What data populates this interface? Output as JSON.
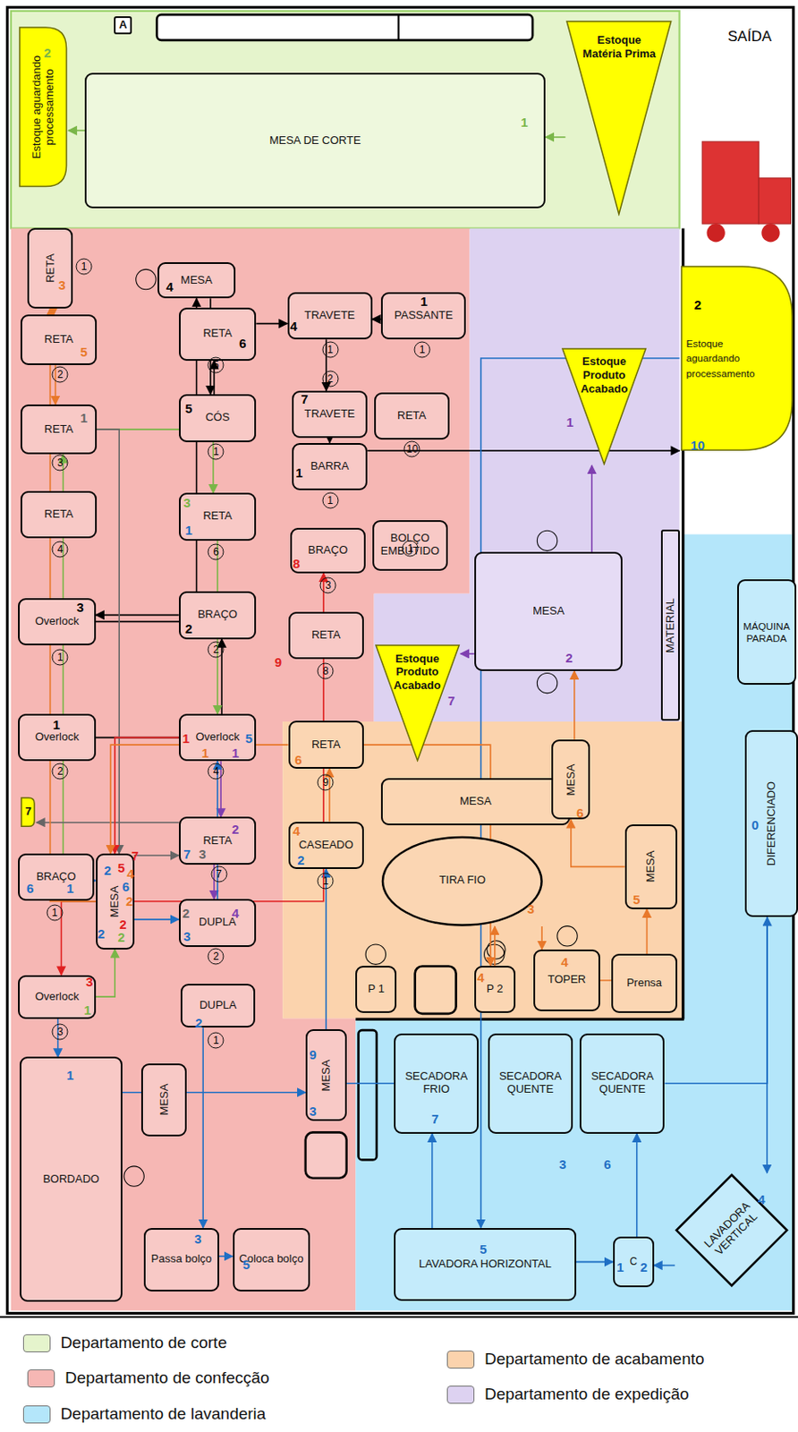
{
  "diagram": {
    "nodes": [
      {
        "text": [
          "Estoque aguardando processamento"
        ]
      },
      {
        "text": [
          "MESA DE CORTE"
        ]
      },
      {
        "text": [
          "Estoque Matéria Prima"
        ]
      },
      {
        "text": [
          "A"
        ]
      },
      {
        "text": [
          "RETA"
        ]
      },
      {
        "text": [
          "RETA"
        ]
      },
      {
        "text": [
          "RETA"
        ]
      },
      {
        "text": [
          "RETA"
        ]
      },
      {
        "text": [
          "Overlock"
        ]
      },
      {
        "text": [
          "Overlock"
        ]
      },
      {
        "text": [
          "7"
        ]
      },
      {
        "text": [
          "BRAÇO"
        ]
      },
      {
        "text": [
          "MESA"
        ]
      },
      {
        "text": [
          "Overlock"
        ]
      },
      {
        "text": [
          "BORDADO"
        ]
      },
      {
        "text": [
          "MESA"
        ]
      },
      {
        "text": [
          "Passa bolço"
        ]
      },
      {
        "text": [
          "Coloca bolço"
        ]
      },
      {
        "text": [
          "DUPLA"
        ]
      },
      {
        "text": [
          "MESA"
        ]
      },
      {
        "text": [
          "MESA"
        ]
      },
      {
        "text": [
          "RETA"
        ]
      },
      {
        "text": [
          "CÓS"
        ]
      },
      {
        "text": [
          "RETA"
        ]
      },
      {
        "text": [
          "BRAÇO"
        ]
      },
      {
        "text": [
          "Overlock"
        ]
      },
      {
        "text": [
          "RETA"
        ]
      },
      {
        "text": [
          "DUPLA"
        ]
      },
      {
        "text": [
          "TRAVETE"
        ]
      },
      {
        "text": [
          "PASSANTE"
        ]
      },
      {
        "text": [
          "TRAVETE"
        ]
      },
      {
        "text": [
          "RETA"
        ]
      },
      {
        "text": [
          "BARRA"
        ]
      },
      {
        "text": [
          "BRAÇO"
        ]
      },
      {
        "text": [
          "BOLÇO EMBUTIDO"
        ]
      },
      {
        "text": [
          "RETA"
        ]
      },
      {
        "text": [
          "RETA"
        ]
      },
      {
        "text": [
          "CASEADO"
        ]
      },
      {
        "text": [
          "MESA"
        ]
      },
      {
        "text": [
          "TIRA FIO"
        ]
      },
      {
        "text": [
          "P 1"
        ]
      },
      {
        "text": [
          "P 2"
        ]
      },
      {
        "text": [
          "TOPER"
        ]
      },
      {
        "text": [
          "Prensa"
        ]
      },
      {
        "text": [
          "MESA"
        ]
      },
      {
        "text": [
          "MESA"
        ]
      },
      {
        "text": [
          "Estoque Produto Acabado"
        ]
      },
      {
        "text": [
          "MESA"
        ]
      },
      {
        "text": [
          "Estoque Produto Acabado"
        ]
      },
      {
        "text": [
          "Estoque aguardando processamento"
        ]
      },
      {
        "text": [
          "MATERIAL"
        ]
      },
      {
        "text": [
          "MÁQUINA PARADA"
        ]
      },
      {
        "text": [
          "DIFERENCIADO"
        ]
      },
      {
        "text": [
          "SECADORA FRIO"
        ]
      },
      {
        "text": [
          "SECADORA QUENTE"
        ]
      },
      {
        "text": [
          "SECADORA QUENTE"
        ]
      },
      {
        "text": [
          "LAVADORA HORIZONTAL"
        ]
      },
      {
        "text": [
          "C"
        ]
      },
      {
        "text": [
          "LAVADORA VERTICAL"
        ]
      }
    ],
    "edges": [
      {
        "from": 2,
        "to": 1,
        "arrow": "to"
      },
      {
        "from": 1,
        "to": 0,
        "arrow": "to"
      },
      {
        "from": 9,
        "to": 24,
        "arrow": "to"
      },
      {
        "from": 24,
        "to": 8,
        "arrow": "to"
      },
      {
        "from": 8,
        "to": 20,
        "arrow": "to"
      },
      {
        "from": 20,
        "to": 22,
        "arrow": "to"
      },
      {
        "from": 22,
        "to": 21,
        "arrow": "to"
      },
      {
        "from": 21,
        "to": 28,
        "arrow": "to"
      },
      {
        "from": 29,
        "to": 28,
        "arrow": "to"
      },
      {
        "from": 28,
        "to": 30,
        "arrow": "to"
      },
      {
        "from": 30,
        "to": 32,
        "arrow": "to"
      },
      {
        "from": 32,
        "to": 49,
        "arrow": "to"
      },
      {
        "from": 49,
        "to": 56,
        "arrow": "to"
      },
      {
        "from": 56,
        "to": 57,
        "arrow": "to"
      },
      {
        "from": 57,
        "to": 55,
        "arrow": "to"
      },
      {
        "from": 55,
        "to": 52,
        "arrow": "to"
      },
      {
        "from": 52,
        "to": 58,
        "arrow": "to"
      },
      {
        "from": 58,
        "to": 57,
        "arrow": "to"
      },
      {
        "from": 57,
        "to": 53,
        "arrow": "to"
      },
      {
        "from": 53,
        "to": 37,
        "arrow": "to"
      },
      {
        "from": 37,
        "to": 36,
        "arrow": "to"
      },
      {
        "from": 36,
        "to": 41,
        "arrow": "to"
      },
      {
        "from": 41,
        "to": 39,
        "arrow": "to"
      },
      {
        "from": 39,
        "to": 42,
        "arrow": "to"
      },
      {
        "from": 42,
        "to": 45,
        "arrow": "to"
      },
      {
        "from": 45,
        "to": 44,
        "arrow": "to"
      },
      {
        "from": 44,
        "to": 47,
        "arrow": "to"
      },
      {
        "from": 47,
        "to": 46,
        "arrow": "to"
      },
      {
        "from": 47,
        "to": 48,
        "arrow": "to"
      },
      {
        "from": 25,
        "to": 26,
        "arrow": "to"
      },
      {
        "from": 26,
        "to": 27,
        "arrow": "to"
      },
      {
        "from": 13,
        "to": 12,
        "arrow": "to"
      },
      {
        "from": 12,
        "to": 6,
        "arrow": "to"
      },
      {
        "from": 6,
        "to": 23,
        "arrow": "to"
      },
      {
        "from": 23,
        "to": 25,
        "arrow": "to"
      },
      {
        "from": 6,
        "to": 12,
        "arrow": "to"
      },
      {
        "from": 12,
        "to": 26,
        "arrow": "to"
      },
      {
        "from": 26,
        "to": 10,
        "arrow": "to"
      },
      {
        "from": 11,
        "to": 12,
        "arrow": "to"
      },
      {
        "from": 12,
        "to": 27,
        "arrow": "to"
      },
      {
        "from": 27,
        "to": 25,
        "arrow": "to"
      },
      {
        "from": 18,
        "to": 16,
        "arrow": "to"
      },
      {
        "from": 16,
        "to": 17,
        "arrow": "to"
      },
      {
        "from": 13,
        "to": 14,
        "arrow": "to"
      },
      {
        "from": 14,
        "to": 19,
        "arrow": "to"
      },
      {
        "from": 12,
        "to": 33,
        "arrow": "to"
      },
      {
        "from": 25,
        "to": 12,
        "arrow": "to"
      },
      {
        "from": 12,
        "to": 13,
        "arrow": "to"
      },
      {
        "from": 36,
        "to": 12,
        "arrow": "to"
      },
      {
        "from": 12,
        "to": 4,
        "arrow": "to"
      },
      {
        "from": 4,
        "to": 5,
        "arrow": "to"
      },
      {
        "from": 5,
        "to": 6,
        "arrow": "to"
      }
    ],
    "labels": [
      "SAÍDA",
      "1",
      "2",
      "1",
      "2",
      "3",
      "4",
      "1",
      "2",
      "1",
      "3",
      "5",
      "1",
      "6",
      "2",
      "4",
      "7",
      "1",
      "2",
      "1",
      "1",
      "2",
      "10",
      "1",
      "3",
      "1",
      "8",
      "9",
      "1",
      "3",
      "5",
      "1",
      "3",
      "1",
      "6",
      "1",
      "3",
      "1",
      "2",
      "5",
      "7",
      "6",
      "4",
      "2",
      "2",
      "2",
      "2",
      "4",
      "6",
      "5",
      "3",
      "1",
      "2",
      "1",
      "1",
      "5",
      "1",
      "2",
      "3",
      "7",
      "2",
      "4",
      "3",
      "4",
      "1",
      "7",
      "1",
      "8",
      "9",
      "6",
      "4",
      "2",
      "1",
      "9",
      "3",
      "3",
      "5",
      "2",
      "4",
      "3",
      "4",
      "5",
      "6",
      "7",
      "2",
      "1",
      "2",
      "10",
      "0",
      "4",
      "5",
      "1",
      "2",
      "6",
      "3",
      "7",
      "8"
    ],
    "legend": [
      {
        "text": "Departamento de corte",
        "color": "#e5f4cc"
      },
      {
        "text": "Departamento de confecção",
        "color": "#f6b7b4"
      },
      {
        "text": "Departamento de lavanderia",
        "color": "#b4e6fa"
      },
      {
        "text": "Departamento de acabamento",
        "color": "#fbd3ad"
      },
      {
        "text": "Departamento de expedição",
        "color": "#ddd2f1"
      }
    ]
  }
}
